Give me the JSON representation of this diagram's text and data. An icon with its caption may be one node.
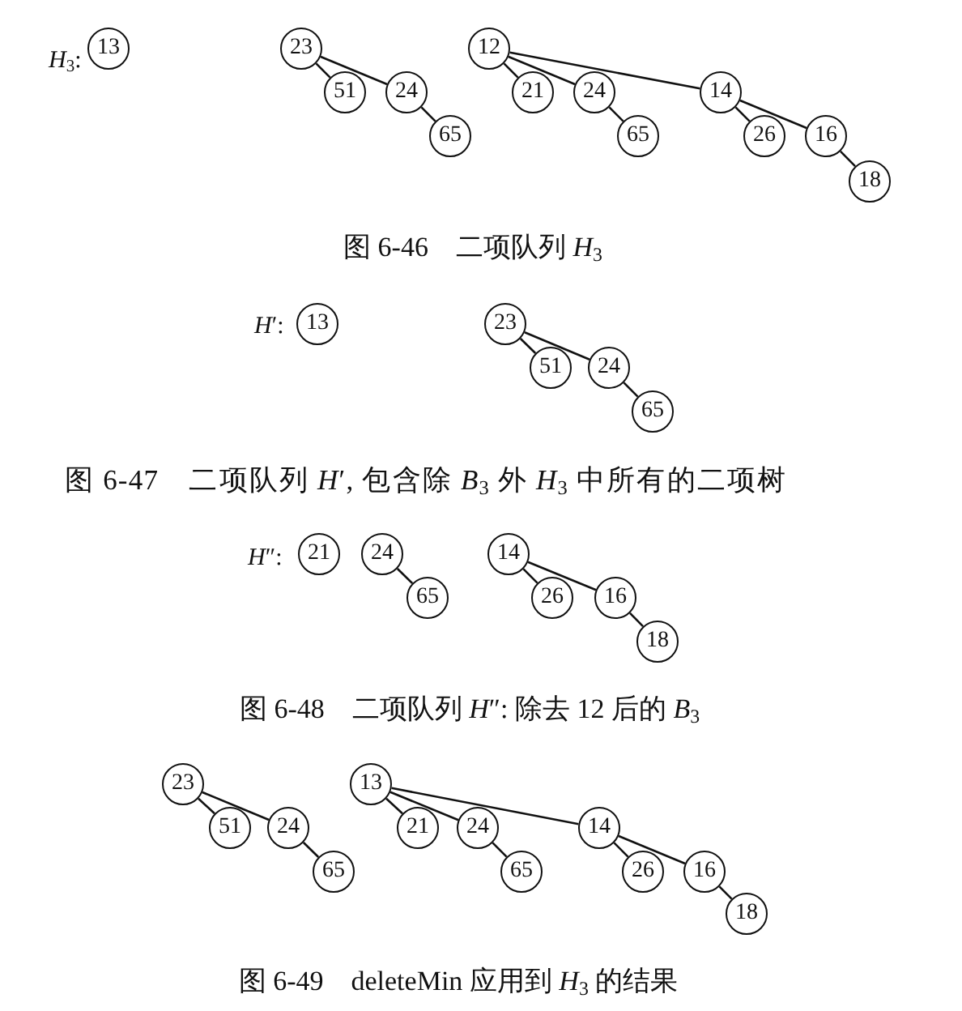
{
  "diagram": {
    "nodes": [
      {
        "text": [
          "13"
        ]
      },
      {
        "text": [
          "23"
        ]
      },
      {
        "text": [
          "51"
        ]
      },
      {
        "text": [
          "24"
        ]
      },
      {
        "text": [
          "65"
        ]
      },
      {
        "text": [
          "12"
        ]
      },
      {
        "text": [
          "21"
        ]
      },
      {
        "text": [
          "24"
        ]
      },
      {
        "text": [
          "65"
        ]
      },
      {
        "text": [
          "14"
        ]
      },
      {
        "text": [
          "26"
        ]
      },
      {
        "text": [
          "16"
        ]
      },
      {
        "text": [
          "18"
        ]
      },
      {
        "text": [
          "13"
        ]
      },
      {
        "text": [
          "23"
        ]
      },
      {
        "text": [
          "51"
        ]
      },
      {
        "text": [
          "24"
        ]
      },
      {
        "text": [
          "65"
        ]
      },
      {
        "text": [
          "21"
        ]
      },
      {
        "text": [
          "24"
        ]
      },
      {
        "text": [
          "65"
        ]
      },
      {
        "text": [
          "14"
        ]
      },
      {
        "text": [
          "26"
        ]
      },
      {
        "text": [
          "16"
        ]
      },
      {
        "text": [
          "18"
        ]
      },
      {
        "text": [
          "23"
        ]
      },
      {
        "text": [
          "51"
        ]
      },
      {
        "text": [
          "24"
        ]
      },
      {
        "text": [
          "65"
        ]
      },
      {
        "text": [
          "13"
        ]
      },
      {
        "text": [
          "21"
        ]
      },
      {
        "text": [
          "24"
        ]
      },
      {
        "text": [
          "65"
        ]
      },
      {
        "text": [
          "14"
        ]
      },
      {
        "text": [
          "26"
        ]
      },
      {
        "text": [
          "16"
        ]
      },
      {
        "text": [
          "18"
        ]
      }
    ],
    "edges": [
      {
        "from": 1,
        "to": 2,
        "arrow": "none"
      },
      {
        "from": 1,
        "to": 3,
        "arrow": "none"
      },
      {
        "from": 3,
        "to": 4,
        "arrow": "none"
      },
      {
        "from": 5,
        "to": 6,
        "arrow": "none"
      },
      {
        "from": 5,
        "to": 7,
        "arrow": "none"
      },
      {
        "from": 5,
        "to": 9,
        "arrow": "none"
      },
      {
        "from": 7,
        "to": 8,
        "arrow": "none"
      },
      {
        "from": 9,
        "to": 10,
        "arrow": "none"
      },
      {
        "from": 9,
        "to": 11,
        "arrow": "none"
      },
      {
        "from": 11,
        "to": 12,
        "arrow": "none"
      },
      {
        "from": 14,
        "to": 15,
        "arrow": "none"
      },
      {
        "from": 14,
        "to": 16,
        "arrow": "none"
      },
      {
        "from": 16,
        "to": 17,
        "arrow": "none"
      },
      {
        "from": 19,
        "to": 20,
        "arrow": "none"
      },
      {
        "from": 21,
        "to": 22,
        "arrow": "none"
      },
      {
        "from": 21,
        "to": 23,
        "arrow": "none"
      },
      {
        "from": 23,
        "to": 24,
        "arrow": "none"
      },
      {
        "from": 25,
        "to": 26,
        "arrow": "none"
      },
      {
        "from": 25,
        "to": 27,
        "arrow": "none"
      },
      {
        "from": 27,
        "to": 28,
        "arrow": "none"
      },
      {
        "from": 29,
        "to": 30,
        "arrow": "none"
      },
      {
        "from": 29,
        "to": 31,
        "arrow": "none"
      },
      {
        "from": 29,
        "to": 33,
        "arrow": "none"
      },
      {
        "from": 31,
        "to": 32,
        "arrow": "none"
      },
      {
        "from": 33,
        "to": 34,
        "arrow": "none"
      },
      {
        "from": 33,
        "to": 35,
        "arrow": "none"
      },
      {
        "from": 35,
        "to": 36,
        "arrow": "none"
      }
    ],
    "labels": [
      "*H*$_{3}$:",
      "图 6-46　二项队列 *H*$_{3}$",
      "*H*′:",
      "图 6-47　二项队列 *H*′, 包含除 *B*$_{3}$ 外 *H*$_{3}$ 中所有的二项树",
      "*H*″:",
      "图 6-48　二项队列 *H*″: 除去 12 后的 *B*$_{3}$",
      "图 6-49　deleteMin 应用到 *H*$_{3}$ 的结果"
    ]
  }
}
